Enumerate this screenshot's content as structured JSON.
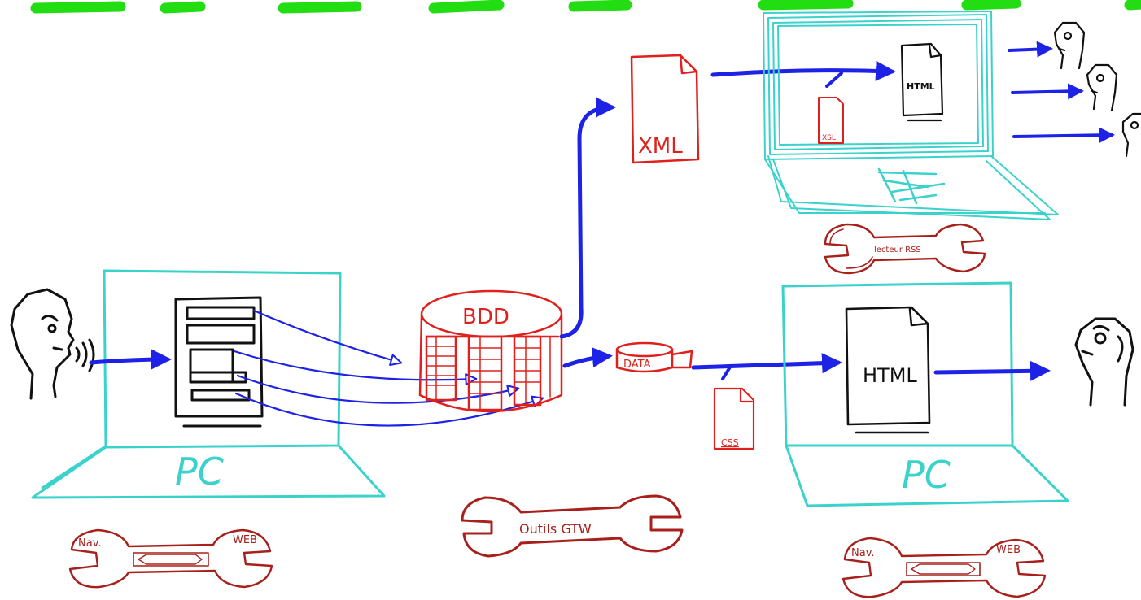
{
  "colors": {
    "dash": "#22dd11",
    "flow": "#1d22e6",
    "device": "#3cd2cc",
    "data": "#e0201c",
    "tool": "#a8201c",
    "ink": "#111111"
  },
  "labels": {
    "pc_left": "PC",
    "pc_right": "PC",
    "bdd": "BDD",
    "data": "DATA",
    "xml": "XML",
    "html_right": "HTML",
    "html_laptop": "HTML",
    "xsl": "XSL",
    "css": "CSS",
    "tool_center": "Outils GTW",
    "tool_left_a": "Nav.",
    "tool_left_b": "WEB",
    "tool_right_a": "Nav.",
    "tool_right_b": "WEB",
    "tool_rss": "lecteur RSS"
  },
  "icons": {
    "speaker": "person-speaking-icon",
    "viewer": "person-head-icon"
  }
}
